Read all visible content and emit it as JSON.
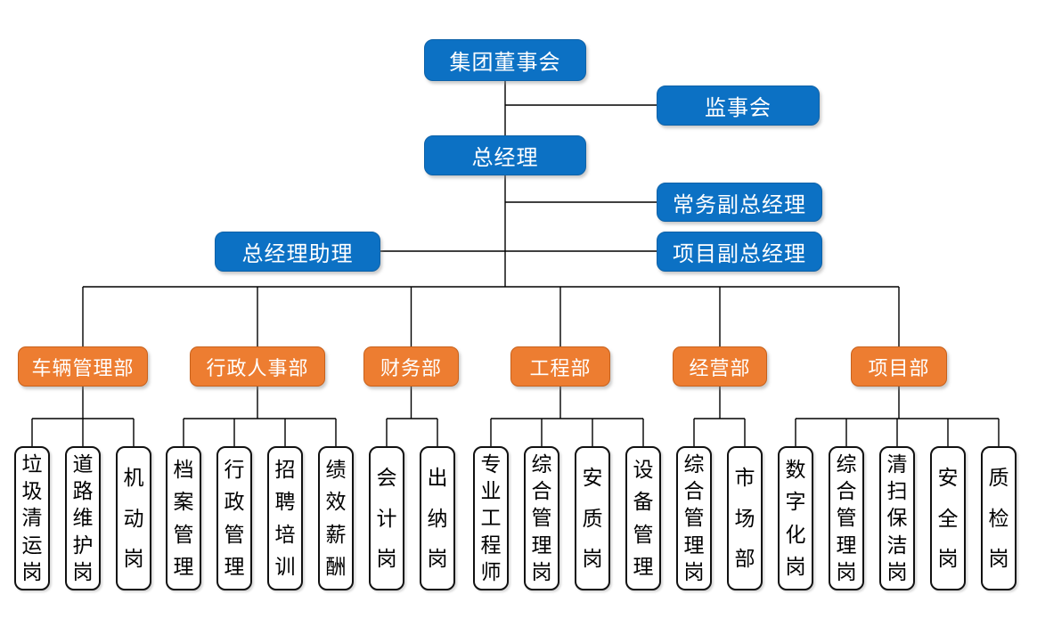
{
  "colors": {
    "executive_fill": "#0C71C4",
    "executive_border": "#0E62A8",
    "department_fill": "#ED7D31",
    "department_border": "#C8611B",
    "post_fill": "#FFFFFF",
    "post_border": "#111111",
    "connector_line": "#000000",
    "text_on_color": "#FFFFFF",
    "text_on_white": "#000000"
  },
  "executives": {
    "board": "集团董事会",
    "supervisory": "监事会",
    "general_manager": "总经理",
    "executive_deputy_gm": "常务副总经理",
    "gm_assistant": "总经理助理",
    "project_deputy_gm": "项目副总经理"
  },
  "departments": [
    {
      "label": "车辆管理部",
      "posts": [
        "垃圾清运岗",
        "道路维护岗",
        "机动岗"
      ]
    },
    {
      "label": "行政人事部",
      "posts": [
        "档案管理",
        "行政管理",
        "招聘培训",
        "绩效薪酬"
      ]
    },
    {
      "label": "财务部",
      "posts": [
        "会计岗",
        "出纳岗"
      ]
    },
    {
      "label": "工程部",
      "posts": [
        "专业工程师",
        "综合管理岗",
        "安质岗",
        "设备管理"
      ]
    },
    {
      "label": "经营部",
      "posts": [
        "综合管理岗",
        "市场部"
      ]
    },
    {
      "label": "项目部",
      "posts": [
        "数字化岗",
        "综合管理岗",
        "清扫保洁岗",
        "安全岗",
        "质检岗"
      ]
    }
  ]
}
